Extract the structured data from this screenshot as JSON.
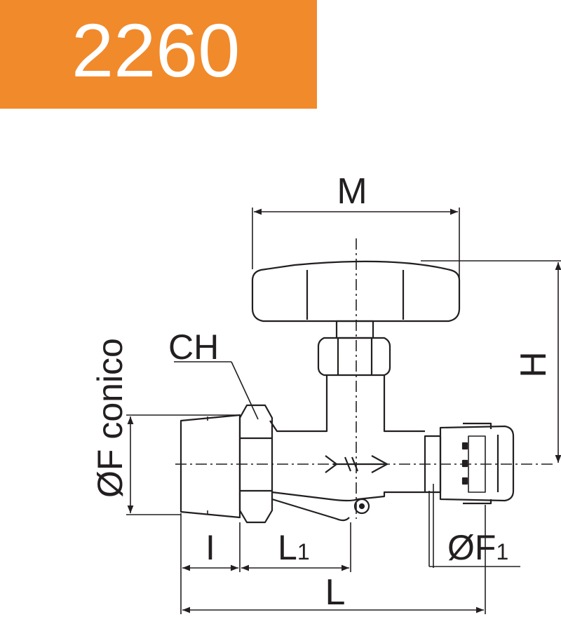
{
  "header": {
    "code": "2260",
    "badge_color": "#f18a2b"
  },
  "labels": {
    "M": "M",
    "H": "H",
    "CH": "CH",
    "F_conico": "ØF conico",
    "I": "I",
    "L1_main": "L",
    "L1_sub": "1",
    "F1_main": "ØF",
    "F1_sub": "1",
    "L": "L"
  },
  "colors": {
    "line": "#231f20",
    "background": "#ffffff"
  }
}
